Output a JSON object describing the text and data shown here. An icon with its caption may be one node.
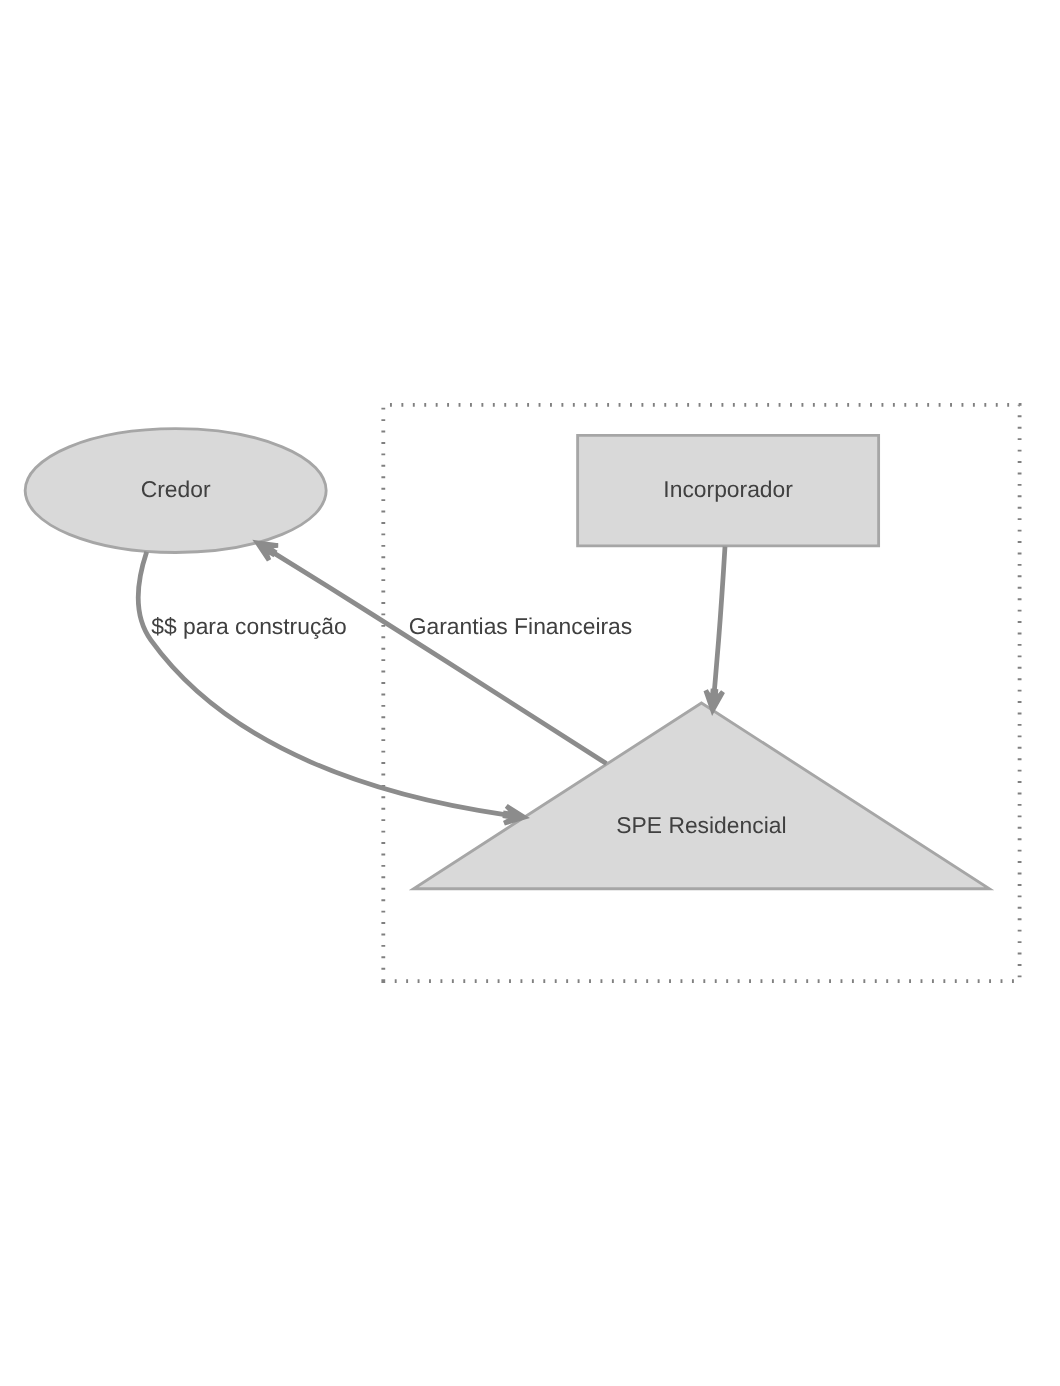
{
  "diagram": {
    "nodes": [
      {
        "text": [
          "Credor"
        ]
      },
      {
        "text": [],
        "shape": "box"
      },
      {
        "text": [
          "Incorporador"
        ],
        "in": 1
      },
      {
        "text": [
          "SPE Residencial"
        ],
        "in": 1
      }
    ],
    "edges": [
      {
        "from": 3,
        "to": 0,
        "arrow": "to",
        "label": "Garantias Financeiras"
      },
      {
        "from": 0,
        "to": 3,
        "arrow": "to",
        "label": "$$ para construção"
      },
      {
        "from": 2,
        "to": 3,
        "arrow": "to"
      }
    ]
  }
}
